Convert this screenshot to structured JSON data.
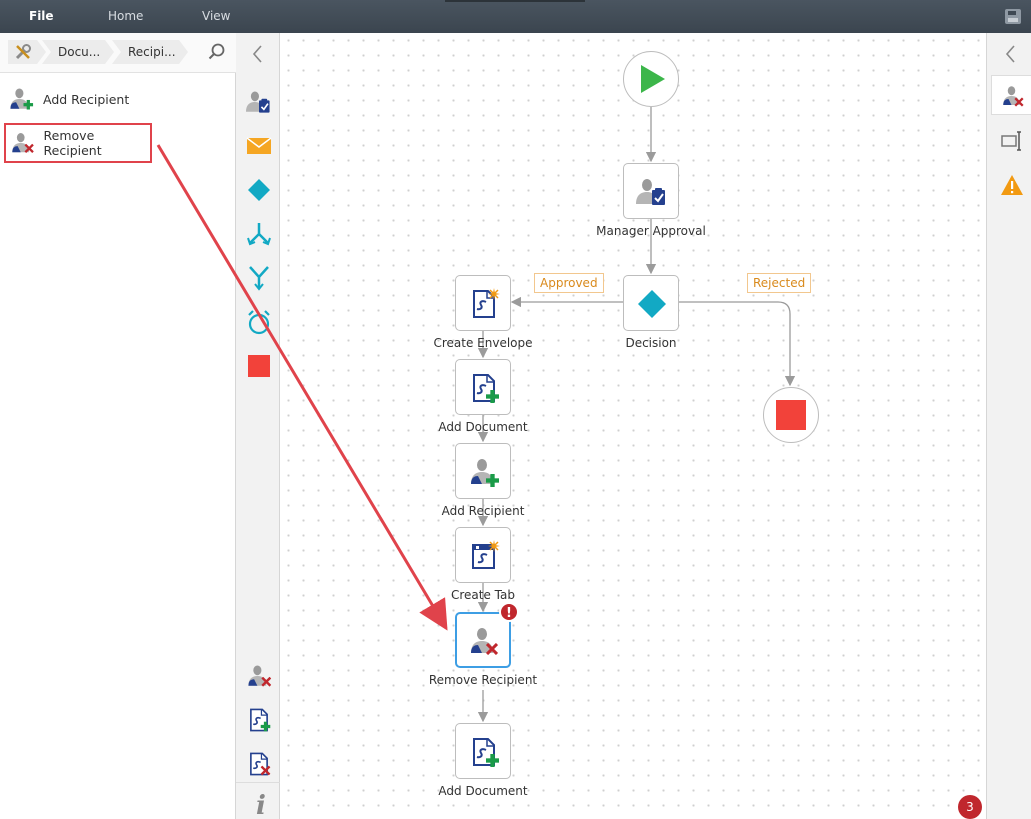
{
  "menu": {
    "file": "File",
    "home": "Home",
    "view": "View"
  },
  "breadcrumb": {
    "item1": "Docu...",
    "item2": "Recipi..."
  },
  "toolbox": {
    "items": [
      {
        "label": "Add Recipient"
      },
      {
        "label": "Remove Recipient"
      }
    ]
  },
  "workflow": {
    "nodes": {
      "manager_approval": "Manager Approval",
      "decision": "Decision",
      "create_envelope": "Create Envelope",
      "add_document_1": "Add Document",
      "add_recipient": "Add Recipient",
      "create_tab": "Create Tab",
      "remove_recipient": "Remove Recipient",
      "add_document_2": "Add Document"
    },
    "edges": {
      "approved": "Approved",
      "rejected": "Rejected"
    },
    "warning_badge": "!"
  },
  "status": {
    "issue_count": "3"
  },
  "colors": {
    "start_green": "#3cb64a",
    "stop_red": "#f2423a",
    "decision_teal": "#12a9c4",
    "selection_blue": "#3d9ee4",
    "annotation_red": "#e0434b",
    "tag_orange": "#d98a1c",
    "doc_navy": "#24408e",
    "add_green": "#1a9b48"
  },
  "icons": {
    "save": "save-icon",
    "search": "search-icon",
    "tools": "tools-icon",
    "collapse_left": "chevron-left-icon",
    "info": "info-icon",
    "warning": "warning-triangle-icon"
  }
}
